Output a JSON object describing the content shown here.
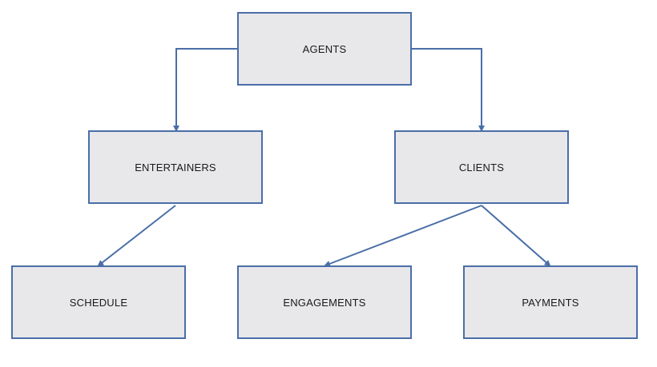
{
  "diagram": {
    "nodes": {
      "agents": {
        "label": "AGENTS"
      },
      "entertainers": {
        "label": "ENTERTAINERS"
      },
      "clients": {
        "label": "CLIENTS"
      },
      "schedule": {
        "label": "SCHEDULE"
      },
      "engagements": {
        "label": "ENGAGEMENTS"
      },
      "payments": {
        "label": "PAYMENTS"
      }
    },
    "edges": [
      {
        "from": "AGENTS",
        "to": "ENTERTAINERS"
      },
      {
        "from": "AGENTS",
        "to": "CLIENTS"
      },
      {
        "from": "ENTERTAINERS",
        "to": "SCHEDULE"
      },
      {
        "from": "CLIENTS",
        "to": "ENGAGEMENTS"
      },
      {
        "from": "CLIENTS",
        "to": "PAYMENTS"
      }
    ],
    "colors": {
      "box_fill": "#e8e7ea",
      "box_border": "#4a6ea8",
      "connector": "#4a6ea8",
      "text": "#1a1a1a"
    }
  }
}
